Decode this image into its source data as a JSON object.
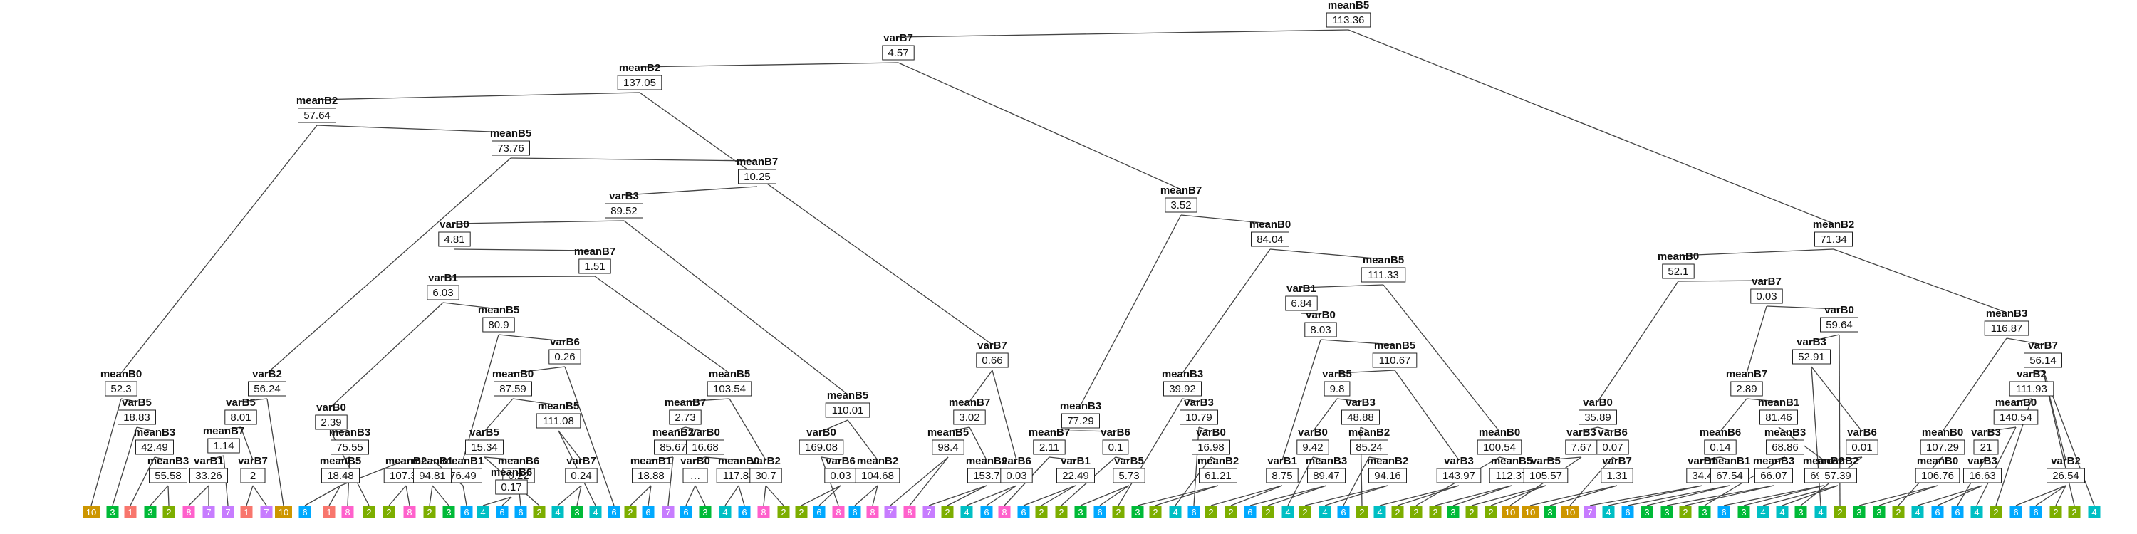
{
  "colors": {
    "1": "#f8766d",
    "2": "#7cae00",
    "3": "#00ba38",
    "4": "#00bfc4",
    "6": "#00a9ff",
    "7": "#c77cff",
    "8": "#ff61cc",
    "10": "#cd9600"
  },
  "nodes": [
    {
      "id": "n0",
      "var": "meanB5",
      "split": "113.36"
    },
    {
      "id": "n1",
      "var": "varB7",
      "split": "4.57",
      "parent": "n0"
    },
    {
      "id": "n2",
      "var": "meanB2",
      "split": "137.05",
      "parent": "n1"
    },
    {
      "id": "n3",
      "var": "meanB2",
      "split": "57.64",
      "parent": "n2"
    },
    {
      "id": "n4",
      "var": "meanB5",
      "split": "73.76",
      "parent": "n3"
    },
    {
      "id": "n5",
      "var": "meanB7",
      "split": "10.25",
      "parent": "n4"
    },
    {
      "id": "n6",
      "var": "varB3",
      "split": "89.52",
      "parent": "n5"
    },
    {
      "id": "n7",
      "var": "varB0",
      "split": "4.81",
      "parent": "n6"
    },
    {
      "id": "n8",
      "var": "meanB7",
      "split": "1.51",
      "parent": "n7"
    },
    {
      "id": "n9",
      "var": "varB1",
      "split": "6.03",
      "parent": "n8"
    },
    {
      "id": "n10",
      "var": "meanB5",
      "split": "80.9",
      "parent": "n9"
    },
    {
      "id": "n11",
      "var": "varB6",
      "split": "0.26",
      "parent": "n10"
    },
    {
      "id": "n12",
      "var": "meanB0",
      "split": "87.59",
      "parent": "n11"
    },
    {
      "id": "n13",
      "var": "meanB5",
      "split": "111.08",
      "parent": "n12"
    },
    {
      "id": "n14",
      "var": "meanB0",
      "split": "52.3",
      "parent": "n3"
    },
    {
      "id": "n15",
      "var": "varB5",
      "split": "18.83",
      "parent": "n14"
    },
    {
      "id": "n16",
      "var": "meanB3",
      "split": "42.49",
      "parent": "n15"
    },
    {
      "id": "n17",
      "var": "meanB3",
      "split": "55.58",
      "parent": "n16"
    },
    {
      "id": "n18",
      "var": "varB2",
      "split": "56.24",
      "parent": "n4"
    },
    {
      "id": "n19",
      "var": "varB5",
      "split": "8.01",
      "parent": "n18"
    },
    {
      "id": "n20",
      "var": "meanB7",
      "split": "1.14",
      "parent": "n19"
    },
    {
      "id": "n21",
      "var": "varB1",
      "split": "33.26",
      "parent": "n20"
    },
    {
      "id": "n22",
      "var": "varB7",
      "split": "2",
      "parent": "n19"
    },
    {
      "id": "n23",
      "var": "varB0",
      "split": "2.39",
      "parent": "n9"
    },
    {
      "id": "n24",
      "var": "meanB3",
      "split": "75.55",
      "parent": "n23"
    },
    {
      "id": "n25",
      "var": "meanB5",
      "split": "18.48",
      "parent": "n24"
    },
    {
      "id": "n26",
      "var": "meanB2",
      "split": "107.38",
      "parent": "n25"
    },
    {
      "id": "n27",
      "var": "meanB1",
      "split": "76.49",
      "parent": "n10"
    },
    {
      "id": "n28",
      "var": "meanB1",
      "split": "94.81",
      "parent": "n27"
    },
    {
      "id": "n29",
      "var": "varB5",
      "split": "15.34",
      "parent": "n12"
    },
    {
      "id": "n30",
      "var": "meanB6",
      "split": "0.22",
      "parent": "n29"
    },
    {
      "id": "n31",
      "var": "meanB6",
      "split": "0.17",
      "parent": "n30"
    },
    {
      "id": "n32",
      "var": "varB7",
      "split": "0.24",
      "parent": "n13"
    },
    {
      "id": "n33",
      "var": "meanB5",
      "split": "103.54",
      "parent": "n8"
    },
    {
      "id": "n34",
      "var": "meanB7",
      "split": "2.73",
      "parent": "n33"
    },
    {
      "id": "n35",
      "var": "meanB2",
      "split": "85.67",
      "parent": "n34"
    },
    {
      "id": "n36",
      "var": "meanB1",
      "split": "18.88",
      "parent": "n35"
    },
    {
      "id": "n37",
      "var": "varB0",
      "split": "16.68",
      "parent": "n34"
    },
    {
      "id": "n38",
      "var": "varB0",
      "split": "…",
      "parent": "n37"
    },
    {
      "id": "n39",
      "var": "meanB0",
      "split": "117.83",
      "parent": "n37"
    },
    {
      "id": "n40",
      "var": "varB2",
      "split": "30.7",
      "parent": "n33"
    },
    {
      "id": "n41",
      "var": "meanB5",
      "split": "110.01",
      "parent": "n6"
    },
    {
      "id": "n42",
      "var": "varB0",
      "split": "169.08",
      "parent": "n41"
    },
    {
      "id": "n43",
      "var": "varB6",
      "split": "0.03",
      "parent": "n42"
    },
    {
      "id": "n44",
      "var": "meanB2",
      "split": "104.68",
      "parent": "n41"
    },
    {
      "id": "n45",
      "var": "varB7",
      "split": "0.66",
      "parent": "n2"
    },
    {
      "id": "n46",
      "var": "meanB7",
      "split": "3.02",
      "parent": "n45"
    },
    {
      "id": "n47",
      "var": "meanB5",
      "split": "98.4",
      "parent": "n46"
    },
    {
      "id": "n48",
      "var": "meanB2",
      "split": "153.7",
      "parent": "n46"
    },
    {
      "id": "n49",
      "var": "varB6",
      "split": "0.03",
      "parent": "n45"
    },
    {
      "id": "n50",
      "var": "meanB7",
      "split": "3.52",
      "parent": "n1"
    },
    {
      "id": "n51",
      "var": "meanB3",
      "split": "77.29",
      "parent": "n50"
    },
    {
      "id": "n52",
      "var": "meanB7",
      "split": "2.11",
      "parent": "n51"
    },
    {
      "id": "n53",
      "var": "varB1",
      "split": "22.49",
      "parent": "n52"
    },
    {
      "id": "n54",
      "var": "varB6",
      "split": "0.1",
      "parent": "n51"
    },
    {
      "id": "n55",
      "var": "varB5",
      "split": "5.73",
      "parent": "n54"
    },
    {
      "id": "n56",
      "var": "meanB0",
      "split": "84.04",
      "parent": "n50"
    },
    {
      "id": "n57",
      "var": "meanB3",
      "split": "39.92",
      "parent": "n56"
    },
    {
      "id": "n58",
      "var": "varB3",
      "split": "10.79",
      "parent": "n57"
    },
    {
      "id": "n59",
      "var": "varB0",
      "split": "16.98",
      "parent": "n58"
    },
    {
      "id": "n60",
      "var": "meanB2",
      "split": "61.21",
      "parent": "n59"
    },
    {
      "id": "n61",
      "var": "meanB5",
      "split": "111.33",
      "parent": "n56"
    },
    {
      "id": "n62",
      "var": "varB1",
      "split": "6.84",
      "parent": "n61"
    },
    {
      "id": "n63",
      "var": "varB0",
      "split": "8.03",
      "parent": "n62"
    },
    {
      "id": "n64",
      "var": "meanB5",
      "split": "110.67",
      "parent": "n63"
    },
    {
      "id": "n65",
      "var": "varB5",
      "split": "9.8",
      "parent": "n64"
    },
    {
      "id": "n66",
      "var": "varB3",
      "split": "48.88",
      "parent": "n65"
    },
    {
      "id": "n67",
      "var": "meanB2",
      "split": "85.24",
      "parent": "n66"
    },
    {
      "id": "n68",
      "var": "meanB2",
      "split": "94.16",
      "parent": "n67"
    },
    {
      "id": "n69",
      "var": "varB0",
      "split": "9.42",
      "parent": "n65"
    },
    {
      "id": "n70",
      "var": "meanB3",
      "split": "89.47",
      "parent": "n69"
    },
    {
      "id": "n71",
      "var": "varB1",
      "split": "8.75",
      "parent": "n63"
    },
    {
      "id": "n72",
      "var": "varB3",
      "split": "143.97",
      "parent": "n64"
    },
    {
      "id": "n73",
      "var": "meanB0",
      "split": "100.54",
      "parent": "n61"
    },
    {
      "id": "n74",
      "var": "meanB5",
      "split": "112.37",
      "parent": "n73"
    },
    {
      "id": "n75",
      "var": "meanB2",
      "split": "71.34",
      "parent": "n0"
    },
    {
      "id": "n76",
      "var": "meanB0",
      "split": "52.1",
      "parent": "n75"
    },
    {
      "id": "n77",
      "var": "varB0",
      "split": "35.89",
      "parent": "n76"
    },
    {
      "id": "n78",
      "var": "varB3",
      "split": "7.67",
      "parent": "n77"
    },
    {
      "id": "n79",
      "var": "varB5",
      "split": "105.57",
      "parent": "n78"
    },
    {
      "id": "n80",
      "var": "varB6",
      "split": "0.07",
      "parent": "n77"
    },
    {
      "id": "n81",
      "var": "varB7",
      "split": "1.31",
      "parent": "n80"
    },
    {
      "id": "n82",
      "var": "varB7",
      "split": "0.03",
      "parent": "n76"
    },
    {
      "id": "n83",
      "var": "meanB7",
      "split": "2.89",
      "parent": "n82"
    },
    {
      "id": "n84",
      "var": "meanB6",
      "split": "0.14",
      "parent": "n83"
    },
    {
      "id": "n85",
      "var": "varB1",
      "split": "34.4",
      "parent": "n84"
    },
    {
      "id": "n86",
      "var": "meanB1",
      "split": "67.54",
      "parent": "n84"
    },
    {
      "id": "n87",
      "var": "meanB1",
      "split": "81.46",
      "parent": "n83"
    },
    {
      "id": "n88",
      "var": "meanB3",
      "split": "68.86",
      "parent": "n87"
    },
    {
      "id": "n89",
      "var": "meanB3",
      "split": "66.07",
      "parent": "n88"
    },
    {
      "id": "n90",
      "var": "meanB2",
      "split": "69.32",
      "parent": "n87"
    },
    {
      "id": "n91",
      "var": "varB0",
      "split": "59.64",
      "parent": "n82"
    },
    {
      "id": "n92",
      "var": "varB3",
      "split": "52.91",
      "parent": "n91"
    },
    {
      "id": "n93",
      "var": "varB6",
      "split": "0.01",
      "parent": "n92"
    },
    {
      "id": "n94",
      "var": "meanB2",
      "split": "57.39",
      "parent": "n93"
    },
    {
      "id": "n95",
      "var": "meanB3",
      "split": "116.87",
      "parent": "n75"
    },
    {
      "id": "n96",
      "var": "meanB0",
      "split": "107.29",
      "parent": "n95"
    },
    {
      "id": "n97",
      "var": "meanB0",
      "split": "106.76",
      "parent": "n96"
    },
    {
      "id": "n98",
      "var": "varB7",
      "split": "56.14",
      "parent": "n95"
    },
    {
      "id": "n99",
      "var": "varB2",
      "split": "111.93",
      "parent": "n98"
    },
    {
      "id": "n100",
      "var": "meanB0",
      "split": "140.54",
      "parent": "n99"
    },
    {
      "id": "n101",
      "var": "varB3",
      "split": "21",
      "parent": "n100"
    },
    {
      "id": "n102",
      "var": "varB3",
      "split": "16.63",
      "parent": "n101"
    },
    {
      "id": "n103",
      "var": "varB2",
      "split": "26.54",
      "parent": "n98"
    }
  ],
  "leaves": [
    {
      "id": "L0",
      "cls": "10"
    },
    {
      "id": "L1",
      "cls": "3"
    },
    {
      "id": "L2",
      "cls": "1"
    },
    {
      "id": "L3",
      "cls": "3"
    },
    {
      "id": "L4",
      "cls": "2"
    },
    {
      "id": "L5",
      "cls": "8"
    },
    {
      "id": "L6",
      "cls": "7"
    },
    {
      "id": "L7",
      "cls": "7"
    },
    {
      "id": "L8",
      "cls": "1"
    },
    {
      "id": "L9",
      "cls": "7"
    },
    {
      "id": "L10",
      "cls": "10"
    },
    {
      "id": "L11",
      "cls": "6"
    },
    {
      "id": "L12",
      "cls": "1"
    },
    {
      "id": "L13",
      "cls": "8"
    },
    {
      "id": "L14",
      "cls": "2"
    },
    {
      "id": "L15",
      "cls": "2"
    },
    {
      "id": "L16",
      "cls": "8"
    },
    {
      "id": "L17",
      "cls": "2"
    },
    {
      "id": "L18",
      "cls": "3"
    },
    {
      "id": "L19",
      "cls": "6"
    },
    {
      "id": "L20",
      "cls": "4"
    },
    {
      "id": "L21",
      "cls": "6"
    },
    {
      "id": "L22",
      "cls": "6"
    },
    {
      "id": "L23",
      "cls": "2"
    },
    {
      "id": "L24",
      "cls": "4"
    },
    {
      "id": "L25",
      "cls": "3"
    },
    {
      "id": "L26",
      "cls": "4"
    },
    {
      "id": "L27",
      "cls": "6"
    },
    {
      "id": "L28",
      "cls": "2"
    },
    {
      "id": "L29",
      "cls": "6"
    },
    {
      "id": "L30",
      "cls": "7"
    },
    {
      "id": "L31",
      "cls": "6"
    },
    {
      "id": "L32",
      "cls": "3"
    },
    {
      "id": "L33",
      "cls": "4"
    },
    {
      "id": "L34",
      "cls": "6"
    },
    {
      "id": "L35",
      "cls": "8"
    },
    {
      "id": "L36",
      "cls": "2"
    },
    {
      "id": "L37",
      "cls": "2"
    },
    {
      "id": "L38",
      "cls": "6"
    },
    {
      "id": "L39",
      "cls": "8"
    },
    {
      "id": "L40",
      "cls": "6"
    },
    {
      "id": "L41",
      "cls": "8"
    },
    {
      "id": "L42",
      "cls": "7"
    },
    {
      "id": "L43",
      "cls": "8"
    },
    {
      "id": "L44",
      "cls": "7"
    },
    {
      "id": "L45",
      "cls": "2"
    },
    {
      "id": "L46",
      "cls": "4"
    },
    {
      "id": "L47",
      "cls": "6"
    },
    {
      "id": "L48",
      "cls": "8"
    },
    {
      "id": "L49",
      "cls": "6"
    },
    {
      "id": "L50",
      "cls": "2"
    },
    {
      "id": "L51",
      "cls": "2"
    },
    {
      "id": "L52",
      "cls": "3"
    },
    {
      "id": "L53",
      "cls": "6"
    },
    {
      "id": "L54",
      "cls": "2"
    },
    {
      "id": "L55",
      "cls": "3"
    },
    {
      "id": "L56",
      "cls": "2"
    },
    {
      "id": "L57",
      "cls": "4"
    },
    {
      "id": "L58",
      "cls": "6"
    },
    {
      "id": "L59",
      "cls": "2"
    },
    {
      "id": "L60",
      "cls": "2"
    },
    {
      "id": "L61",
      "cls": "6"
    },
    {
      "id": "L62",
      "cls": "2"
    },
    {
      "id": "L63",
      "cls": "4"
    },
    {
      "id": "L64",
      "cls": "2"
    },
    {
      "id": "L65",
      "cls": "4"
    },
    {
      "id": "L66",
      "cls": "6"
    },
    {
      "id": "L67",
      "cls": "2"
    },
    {
      "id": "L68",
      "cls": "4"
    },
    {
      "id": "L69",
      "cls": "2"
    },
    {
      "id": "L70",
      "cls": "2"
    },
    {
      "id": "L71",
      "cls": "2"
    },
    {
      "id": "L72",
      "cls": "3"
    },
    {
      "id": "L73",
      "cls": "2"
    },
    {
      "id": "L74",
      "cls": "2"
    },
    {
      "id": "L75",
      "cls": "10"
    },
    {
      "id": "L76",
      "cls": "10"
    },
    {
      "id": "L77",
      "cls": "3"
    },
    {
      "id": "L78",
      "cls": "10"
    },
    {
      "id": "L79",
      "cls": "7"
    },
    {
      "id": "L80",
      "cls": "4"
    },
    {
      "id": "L81",
      "cls": "6"
    },
    {
      "id": "L82",
      "cls": "3"
    },
    {
      "id": "L83",
      "cls": "3"
    },
    {
      "id": "L84",
      "cls": "2"
    },
    {
      "id": "L85",
      "cls": "3"
    },
    {
      "id": "L86",
      "cls": "6"
    },
    {
      "id": "L87",
      "cls": "3"
    },
    {
      "id": "L88",
      "cls": "4"
    },
    {
      "id": "L89",
      "cls": "4"
    },
    {
      "id": "L90",
      "cls": "3"
    },
    {
      "id": "L91",
      "cls": "4"
    },
    {
      "id": "L92",
      "cls": "2"
    },
    {
      "id": "L93",
      "cls": "3"
    },
    {
      "id": "L94",
      "cls": "3"
    },
    {
      "id": "L95",
      "cls": "2"
    },
    {
      "id": "L96",
      "cls": "4"
    },
    {
      "id": "L97",
      "cls": "6"
    },
    {
      "id": "L98",
      "cls": "6"
    },
    {
      "id": "L99",
      "cls": "4"
    },
    {
      "id": "L100",
      "cls": "2"
    },
    {
      "id": "L101",
      "cls": "6"
    },
    {
      "id": "L102",
      "cls": "6"
    },
    {
      "id": "L103",
      "cls": "2"
    },
    {
      "id": "L104",
      "cls": "2"
    },
    {
      "id": "L105",
      "cls": "4"
    }
  ]
}
